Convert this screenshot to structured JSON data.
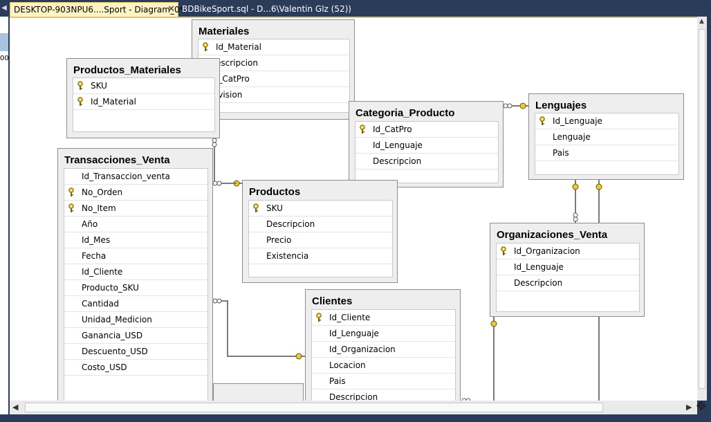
{
  "tabs": {
    "active": "DESKTOP-903NPU6....Sport - Diagram_0*",
    "close_glyph": "✕",
    "second": "BDBikeSport.sql - D...6\\Valentin Glz (52))"
  },
  "side": {
    "number": "00"
  },
  "tables": {
    "materiales": {
      "name": "Materiales",
      "rows": [
        {
          "col": "Id_Material",
          "key": true
        },
        {
          "col": "escripcion",
          "key": false
        },
        {
          "col": "l_CatPro",
          "key": false
        },
        {
          "col": "ivision",
          "key": false
        }
      ]
    },
    "productos_materiales": {
      "name": "Productos_Materiales",
      "rows": [
        {
          "col": "SKU",
          "key": true
        },
        {
          "col": "Id_Material",
          "key": true
        }
      ]
    },
    "categoria_producto": {
      "name": "Categoria_Producto",
      "rows": [
        {
          "col": "Id_CatPro",
          "key": true
        },
        {
          "col": "Id_Lenguaje",
          "key": false
        },
        {
          "col": "Descripcion",
          "key": false
        }
      ]
    },
    "lenguajes": {
      "name": "Lenguajes",
      "rows": [
        {
          "col": "Id_Lenguaje",
          "key": true
        },
        {
          "col": "Lenguaje",
          "key": false
        },
        {
          "col": "Pais",
          "key": false
        }
      ]
    },
    "transacciones_venta": {
      "name": "Transacciones_Venta",
      "rows": [
        {
          "col": "Id_Transaccion_venta",
          "key": false
        },
        {
          "col": "No_Orden",
          "key": true
        },
        {
          "col": "No_Item",
          "key": true
        },
        {
          "col": "Año",
          "key": false
        },
        {
          "col": "Id_Mes",
          "key": false
        },
        {
          "col": "Fecha",
          "key": false
        },
        {
          "col": "Id_Cliente",
          "key": false
        },
        {
          "col": "Producto_SKU",
          "key": false
        },
        {
          "col": "Cantidad",
          "key": false
        },
        {
          "col": "Unidad_Medicion",
          "key": false
        },
        {
          "col": "Ganancia_USD",
          "key": false
        },
        {
          "col": "Descuento_USD",
          "key": false
        },
        {
          "col": "Costo_USD",
          "key": false
        }
      ]
    },
    "productos": {
      "name": "Productos",
      "rows": [
        {
          "col": "SKU",
          "key": true
        },
        {
          "col": "Descripcion",
          "key": false
        },
        {
          "col": "Precio",
          "key": false
        },
        {
          "col": "Existencia",
          "key": false
        }
      ]
    },
    "organizaciones_venta": {
      "name": "Organizaciones_Venta",
      "rows": [
        {
          "col": "Id_Organizacion",
          "key": true
        },
        {
          "col": "Id_Lenguaje",
          "key": false
        },
        {
          "col": "Descripcion",
          "key": false
        }
      ]
    },
    "clientes": {
      "name": "Clientes",
      "rows": [
        {
          "col": "Id_Cliente",
          "key": true
        },
        {
          "col": "Id_Lenguaje",
          "key": false
        },
        {
          "col": "Id_Organizacion",
          "key": false
        },
        {
          "col": "Locacion",
          "key": false
        },
        {
          "col": "Pais",
          "key": false
        },
        {
          "col": "Descripcion",
          "key": false
        }
      ]
    }
  },
  "scroll": {
    "left_arrow": "◀",
    "right_arrow": "▶",
    "up_arrow": "▲",
    "tab_left": "◀",
    "corner_glyph": "✥"
  },
  "colors": {
    "key": "#e8c93a",
    "accent": "#e5c365"
  }
}
